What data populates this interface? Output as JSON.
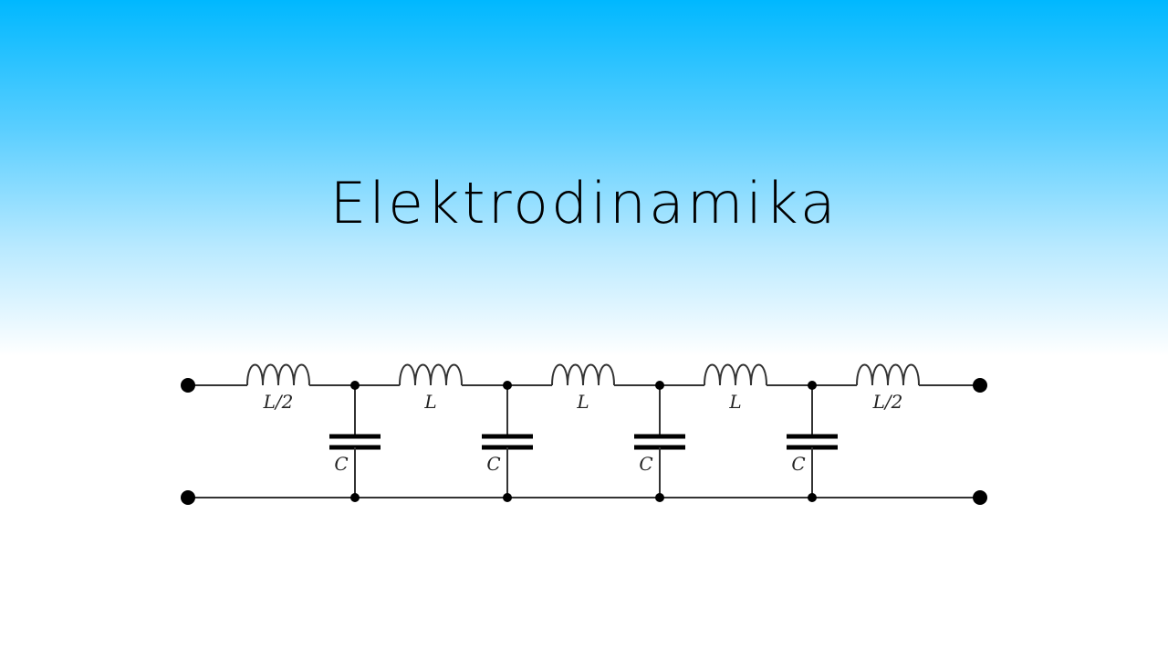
{
  "slide": {
    "title": "Elektrodinamika"
  },
  "circuit": {
    "inductors": [
      {
        "label": "L/2"
      },
      {
        "label": "L"
      },
      {
        "label": "L"
      },
      {
        "label": "L"
      },
      {
        "label": "L/2"
      }
    ],
    "capacitors": [
      {
        "label": "C"
      },
      {
        "label": "C"
      },
      {
        "label": "C"
      },
      {
        "label": "C"
      }
    ]
  }
}
